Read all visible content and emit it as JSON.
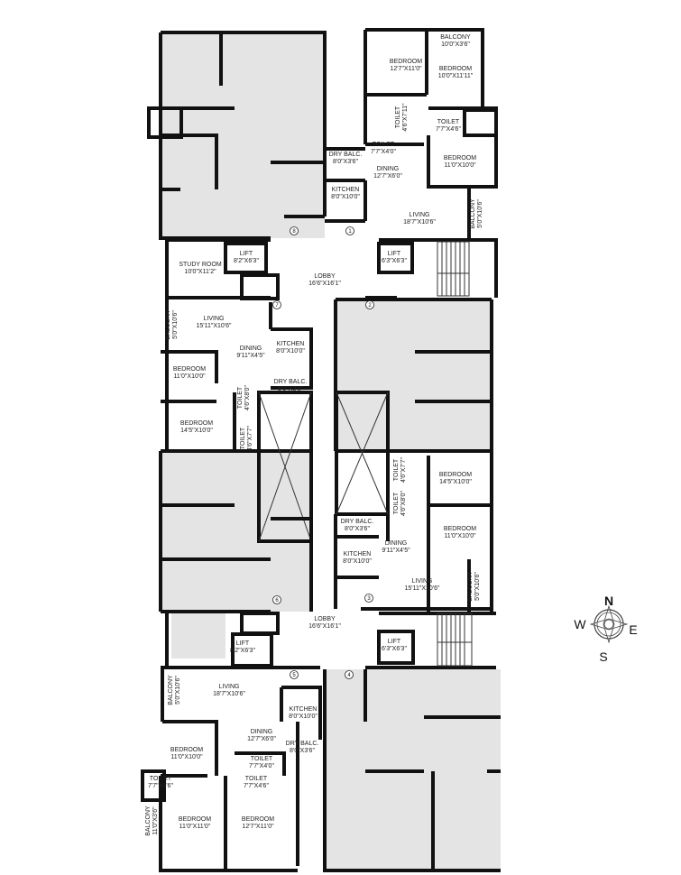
{
  "rooms": [
    {
      "name": "BEDROOM",
      "dim": "12'7\"X11'0\""
    },
    {
      "name": "BALCONY",
      "dim": "10'0\"X3'6\""
    },
    {
      "name": "BEDROOM",
      "dim": "10'0\"X11'11\""
    },
    {
      "name": "TOILET",
      "dim": "4'6\"X7'11\""
    },
    {
      "name": "TOILET",
      "dim": "7'7\"X4'6\""
    },
    {
      "name": "TOILET",
      "dim": "7'7\"X4'0\""
    },
    {
      "name": "BEDROOM",
      "dim": "11'0\"X10'0\""
    },
    {
      "name": "DRY BALC.",
      "dim": "8'0\"X3'6\""
    },
    {
      "name": "DINING",
      "dim": "12'7\"X6'0\""
    },
    {
      "name": "KITCHEN",
      "dim": "8'0\"X10'0\""
    },
    {
      "name": "LIVING",
      "dim": "18'7\"X10'6\""
    },
    {
      "name": "BALCONY",
      "dim": "5'0\"X10'6\""
    },
    {
      "name": "LIFT",
      "dim": "8'2\"X6'3\""
    },
    {
      "name": "LIFT",
      "dim": "6'3\"X6'3\""
    },
    {
      "name": "LOBBY",
      "dim": "16'6\"X16'1\""
    },
    {
      "name": "STUDY ROOM",
      "dim": "10'0\"X11'2\""
    },
    {
      "name": "BALCONY",
      "dim": "5'0\"X10'6\""
    },
    {
      "name": "LIVING",
      "dim": "15'11\"X10'6\""
    },
    {
      "name": "DINING",
      "dim": "9'11\"X4'5\""
    },
    {
      "name": "KITCHEN",
      "dim": "8'0\"X10'0\""
    },
    {
      "name": "BEDROOM",
      "dim": "11'0\"X10'0\""
    },
    {
      "name": "TOILET",
      "dim": "4'6\"X8'0\""
    },
    {
      "name": "DRY BALC.",
      "dim": "8'0\"X3'6\""
    },
    {
      "name": "BEDROOM",
      "dim": "14'5\"X10'0\""
    },
    {
      "name": "TOILET",
      "dim": "4'6\"X7'7\""
    },
    {
      "name": "TOILET",
      "dim": "4'6\"X7'7\""
    },
    {
      "name": "BEDROOM",
      "dim": "14'5\"X10'0\""
    },
    {
      "name": "TOILET",
      "dim": "4'6\"X8'0\""
    },
    {
      "name": "BEDROOM",
      "dim": "11'0\"X10'0\""
    },
    {
      "name": "DRY BALC.",
      "dim": "8'0\"X3'6\""
    },
    {
      "name": "DINING",
      "dim": "9'11\"X4'5\""
    },
    {
      "name": "KITCHEN",
      "dim": "8'0\"X10'0\""
    },
    {
      "name": "LIVING",
      "dim": "15'11\"X10'6\""
    },
    {
      "name": "BALCONY",
      "dim": "5'0\"X10'6\""
    },
    {
      "name": "LOBBY",
      "dim": "16'6\"X16'1\""
    },
    {
      "name": "LIFT",
      "dim": "8'2\"X6'3\""
    },
    {
      "name": "LIFT",
      "dim": "6'3\"X6'3\""
    },
    {
      "name": "BALCONY",
      "dim": "5'0\"X10'6\""
    },
    {
      "name": "LIVING",
      "dim": "18'7\"X10'6\""
    },
    {
      "name": "KITCHEN",
      "dim": "8'0\"X10'0\""
    },
    {
      "name": "DINING",
      "dim": "12'7\"X6'0\""
    },
    {
      "name": "DRY BALC.",
      "dim": "8'0\"X3'6\""
    },
    {
      "name": "TOILET",
      "dim": "7'7\"X4'0\""
    },
    {
      "name": "BEDROOM",
      "dim": "11'0\"X10'0\""
    },
    {
      "name": "TOILET",
      "dim": "7'7\"X4'6\""
    },
    {
      "name": "TOILET",
      "dim": "7'7\"X4'6\""
    },
    {
      "name": "BEDROOM",
      "dim": "11'0\"X11'0\""
    },
    {
      "name": "BEDROOM",
      "dim": "12'7\"X11'0\""
    },
    {
      "name": "BALCONY",
      "dim": "11'0\"X3'6\""
    }
  ],
  "entries": [
    "1",
    "2",
    "3",
    "4",
    "5",
    "6",
    "7",
    "8"
  ],
  "compass": {
    "north": "N",
    "south": "S",
    "east": "E",
    "west": "W"
  },
  "colors": {
    "wall": "#111111",
    "furnished_unit": "#e4e4e4"
  }
}
